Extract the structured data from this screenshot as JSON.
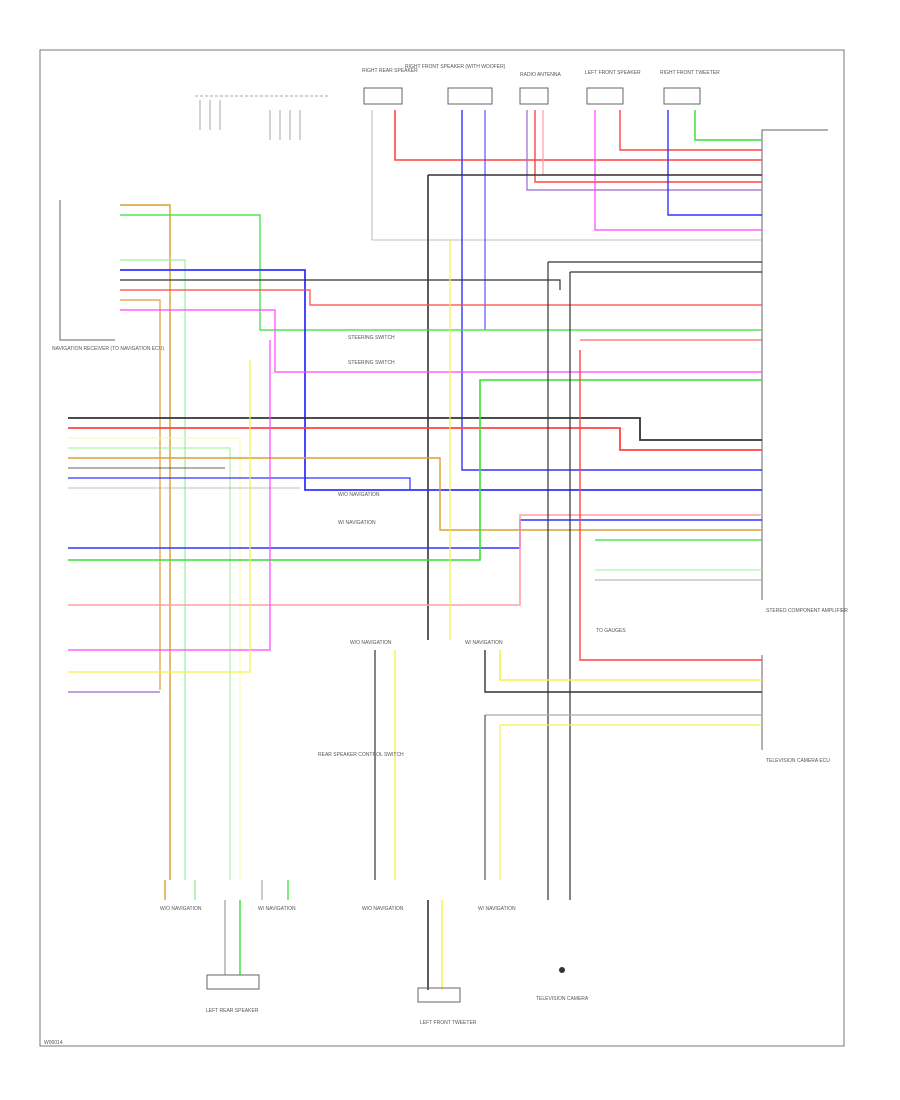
{
  "diagram": {
    "figure_id": "W00014",
    "colors": {
      "red": "#ff4444",
      "pink": "#ff9ea8",
      "green": "#33e033",
      "light_green": "#9af09a",
      "blue": "#3333ff",
      "light_blue": "#9fa8ff",
      "yellow": "#f2f24a",
      "light_yellow": "#f7f7a8",
      "magenta": "#ff44ff",
      "black": "#333333",
      "gray": "#aaaaaa",
      "orange": "#d8a030",
      "purple": "#9a6acc"
    },
    "labels": {
      "top_conn_1": "RIGHT REAR SPEAKER",
      "top_conn_2": "RIGHT FRONT SPEAKER (WITH WOOFER)",
      "top_conn_3": "RADIO ANTENNA",
      "top_conn_4": "LEFT FRONT SPEAKER",
      "top_conn_5": "RIGHT FRONT TWEETER",
      "left_module": "NAVIGATION RECEIVER (TO NAVIGATION ECU)",
      "right_module": "STEREO COMPONENT AMPLIFIER",
      "right_module_2": "TELEVISION CAMERA ECU",
      "splice_1": "STEERING SWITCH",
      "splice_2": "STEERING SWITCH",
      "splice_3": "TO GAUGES",
      "bottom_1": "LEFT REAR SPEAKER",
      "bottom_2": "LEFT FRONT TWEETER",
      "bottom_3": "TELEVISION CAMERA",
      "center_switch": "REAR SPEAKER CONTROL SWITCH",
      "junction_1": "W/O NAVIGATION",
      "junction_2": "W/ NAVIGATION",
      "bottom_junction_1": "W/O NAVIGATION",
      "bottom_junction_2": "W/ NAVIGATION",
      "bottom_junction_3": "W/O NAVIGATION",
      "bottom_junction_4": "W/ NAVIGATION"
    }
  }
}
